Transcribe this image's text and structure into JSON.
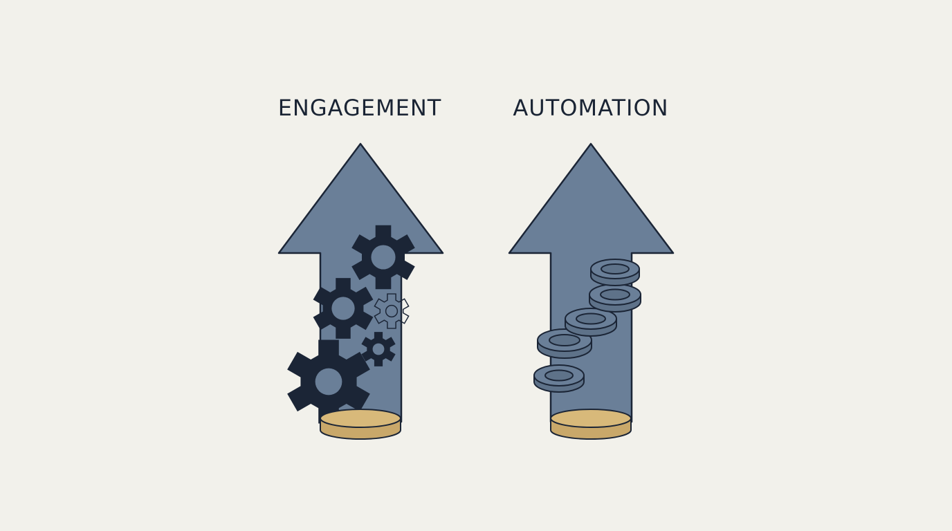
{
  "panels": [
    {
      "title": "ENGAGEMENT",
      "arrow_direction": "up",
      "content_icon": "gears",
      "base_icon": "gold-coin-disc"
    },
    {
      "title": "AUTOMATION",
      "arrow_direction": "up",
      "content_icon": "stacked-rings",
      "base_icon": "gold-coin-disc"
    }
  ],
  "colors": {
    "background": "#f2f1eb",
    "arrow_fill": "#6a7f98",
    "outline": "#1b2536",
    "gear_fill": "#1b2536",
    "ring_fill": "#6a7f98",
    "coin_fill": "#c9a86a"
  }
}
